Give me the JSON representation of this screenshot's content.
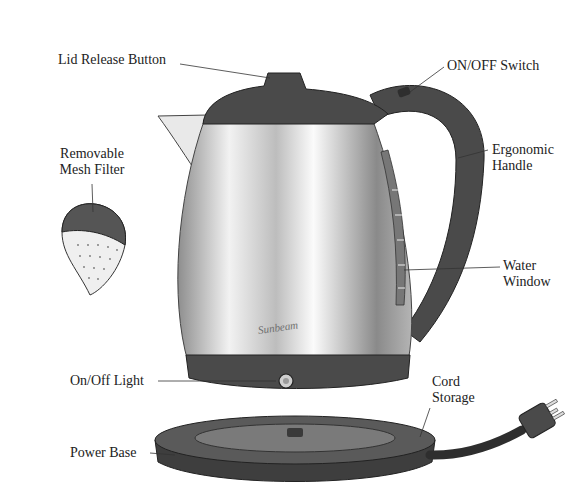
{
  "diagram": {
    "labels": [
      "Lid Release Button",
      "ON/OFF Switch",
      "Removable Mesh Filter",
      "Ergonomic Handle",
      "Water Window",
      "Sunbeam",
      "On/Off Light",
      "Cord Storage",
      "Power Base"
    ]
  }
}
